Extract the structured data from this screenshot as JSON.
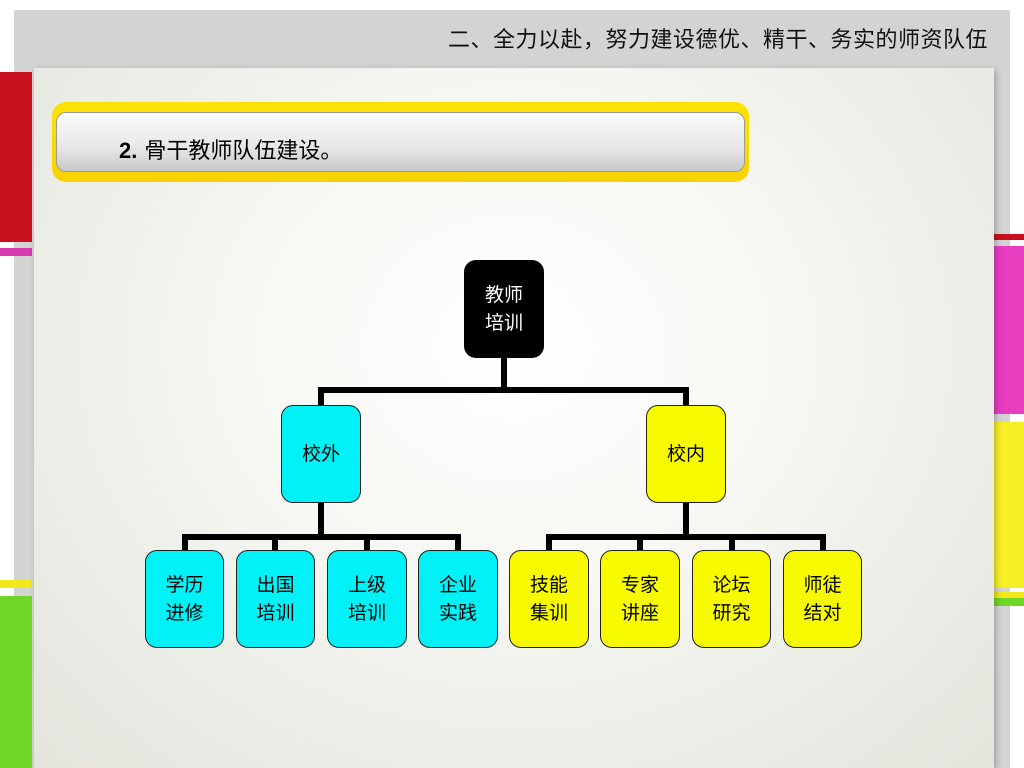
{
  "slide": {
    "title": "二、全力以赴，努力建设德优、精干、务实的师资队伍",
    "heading_number": "2.",
    "heading_text": " 骨干教师队伍建设。"
  },
  "diagram": {
    "root": "教师\n培训",
    "branches": [
      {
        "label": "校外",
        "color": "#00f2f7",
        "children": [
          "学历\n进修",
          "出国\n培训",
          "上级\n培训",
          "企业\n实践"
        ]
      },
      {
        "label": "校内",
        "color": "#f8fb00",
        "children": [
          "技能\n集训",
          "专家\n讲座",
          "论坛\n研究",
          "师徒\n结对"
        ]
      }
    ]
  },
  "colors": {
    "heading_frame": "#fde300",
    "root_fill": "#000000",
    "outside_fill": "#00f2f7",
    "inside_fill": "#f8fb00"
  }
}
